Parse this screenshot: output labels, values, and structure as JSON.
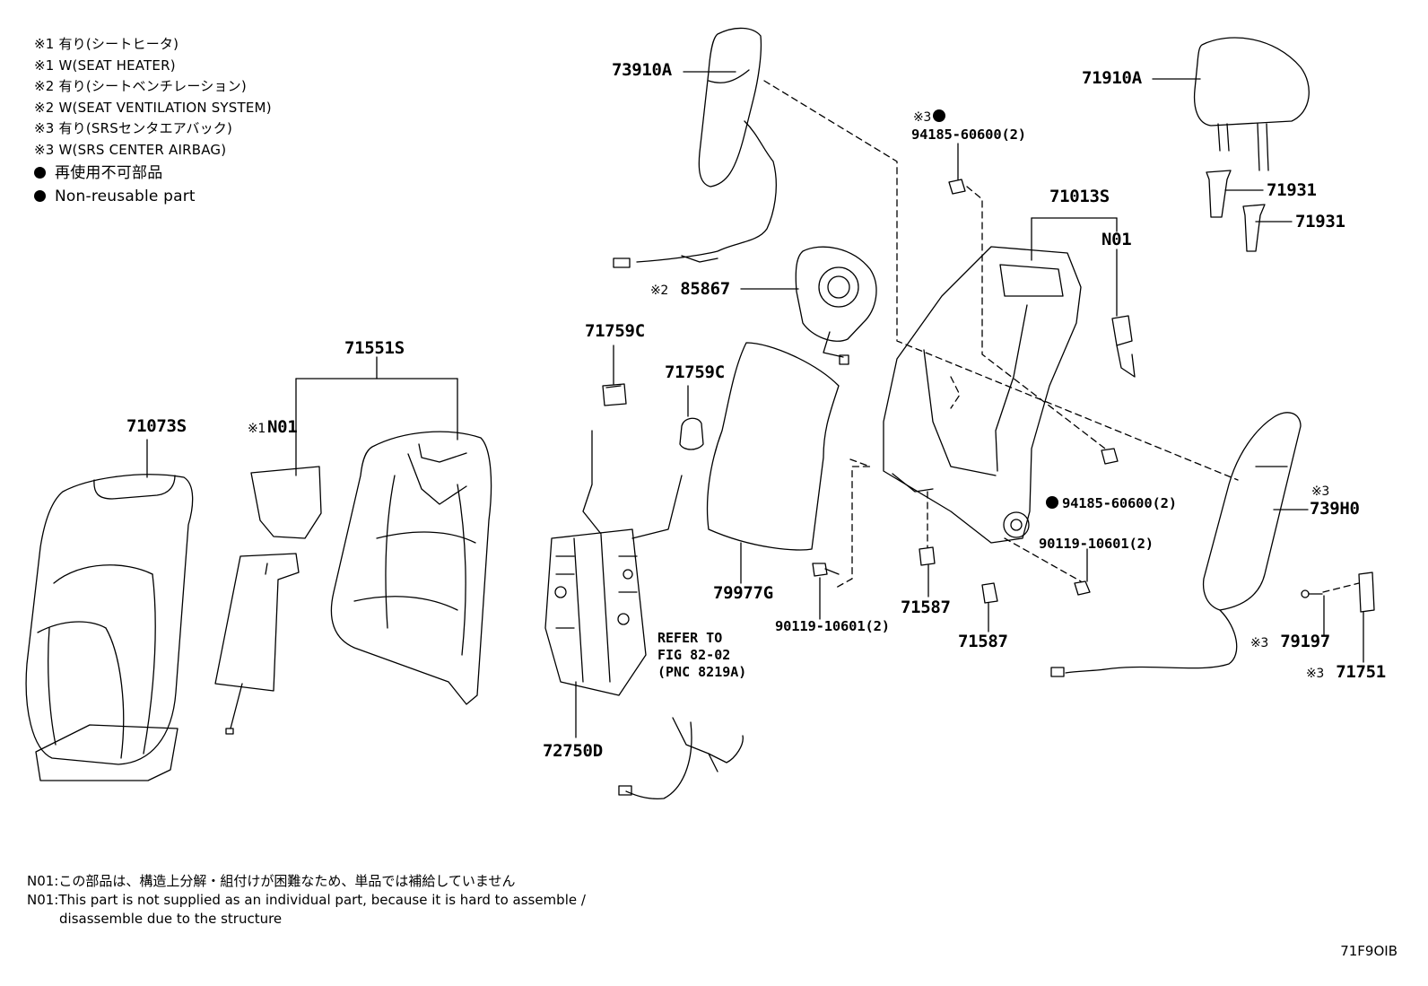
{
  "legend": {
    "lines": [
      "※1 有り(シートヒータ)",
      "※1 W(SEAT HEATER)",
      "※2 有り(シートベンチレーション)",
      "※2 W(SEAT VENTILATION SYSTEM)",
      "※3 有り(SRSセンタエアバック)",
      "※3 W(SRS CENTER AIRBAG)"
    ],
    "non_reusable_jp": "再使用不可部品",
    "non_reusable_en": "Non-reusable part"
  },
  "labels": {
    "p73910A": "73910A",
    "p71910A": "71910A",
    "p71013S": "71013S",
    "n01_right": "N01",
    "p71931_a": "71931",
    "p71931_b": "71931",
    "mark3_a": "※3",
    "p94185_top": "94185-60600(2)",
    "mark2": "※2",
    "p85867": "85867",
    "p71759C_a": "71759C",
    "p71759C_b": "71759C",
    "p71551S": "71551S",
    "p71073S": "71073S",
    "mark1": "※1",
    "n01_left": "N01",
    "p79977G": "79977G",
    "p90119_left": "90119-10601(2)",
    "p71587_a": "71587",
    "p71587_b": "71587",
    "p94185_bottom": "94185-60600(2)",
    "p90119_right": "90119-10601(2)",
    "mark3_b": "※3",
    "p739H0": "739H0",
    "mark3_c": "※3",
    "p79197": "79197",
    "mark3_d": "※3",
    "p71751": "71751",
    "p72750D": "72750D"
  },
  "refer": {
    "line1": "REFER TO",
    "line2": "FIG 82-02",
    "line3": "(PNC 8219A)"
  },
  "notes": {
    "jp": "N01:この部品は、構造上分解・組付けが困難なため、単品では補給していません",
    "en1": "N01:This part is not supplied as an individual part, because it is hard to assemble /",
    "en2": "disassemble due to the structure"
  },
  "figure_code": "71F9OIB"
}
